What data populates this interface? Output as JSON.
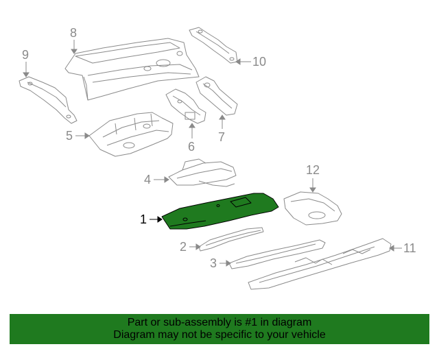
{
  "diagram": {
    "callouts": [
      "1",
      "2",
      "3",
      "4",
      "5",
      "6",
      "7",
      "8",
      "9",
      "10",
      "11",
      "12"
    ],
    "highlighted_part": "1"
  },
  "banner": {
    "line1": "Part or sub-assembly is #1 in diagram",
    "line2": "Diagram may not be specific to your vehicle"
  },
  "colors": {
    "highlight_fill": "#1f7a1f",
    "banner_bg": "#1f7a1f",
    "part_stroke": "#8a8a8a",
    "label_gray": "#8a8a8a"
  }
}
